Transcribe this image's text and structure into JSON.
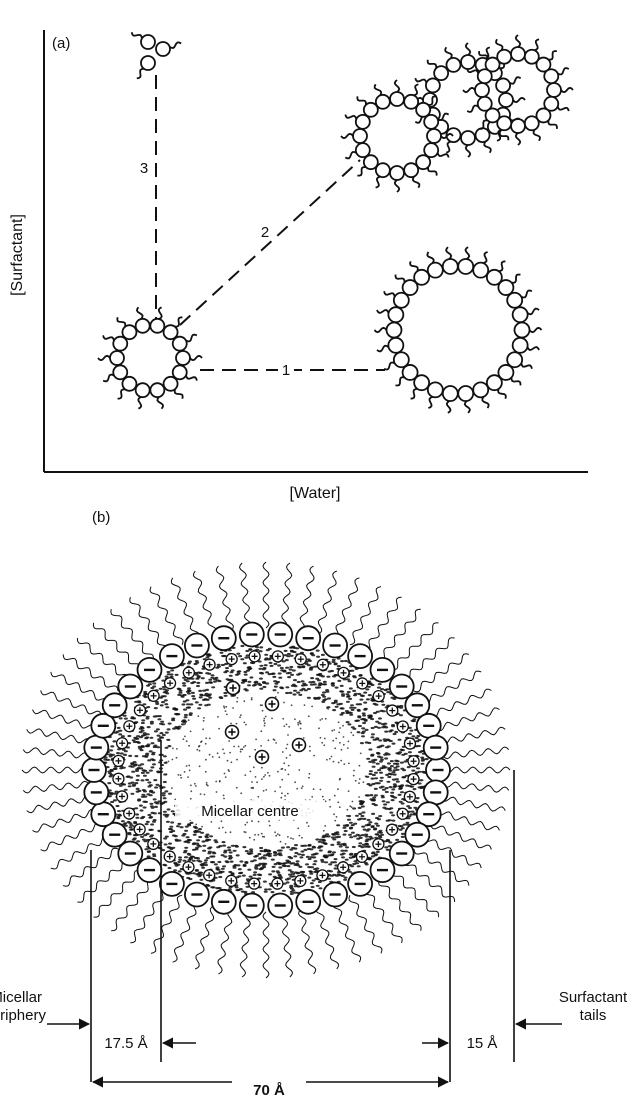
{
  "panel_a": {
    "label": "(a)",
    "y_axis_label": "[Surfactant]",
    "x_axis_label": "[Water]",
    "path_labels": [
      "1",
      "2",
      "3"
    ]
  },
  "panel_b": {
    "label": "(b)",
    "centre_label": "Micellar centre",
    "periphery_label_line1": "Micellar",
    "periphery_label_line2": "periphery",
    "tails_label_line1": "Surfactant",
    "tails_label_line2": "tails",
    "dim_inner": "17.5 Å",
    "dim_tails": "15 Å",
    "dim_total": "70 Å",
    "head_symbol": "−",
    "counterion_symbol": "+"
  }
}
